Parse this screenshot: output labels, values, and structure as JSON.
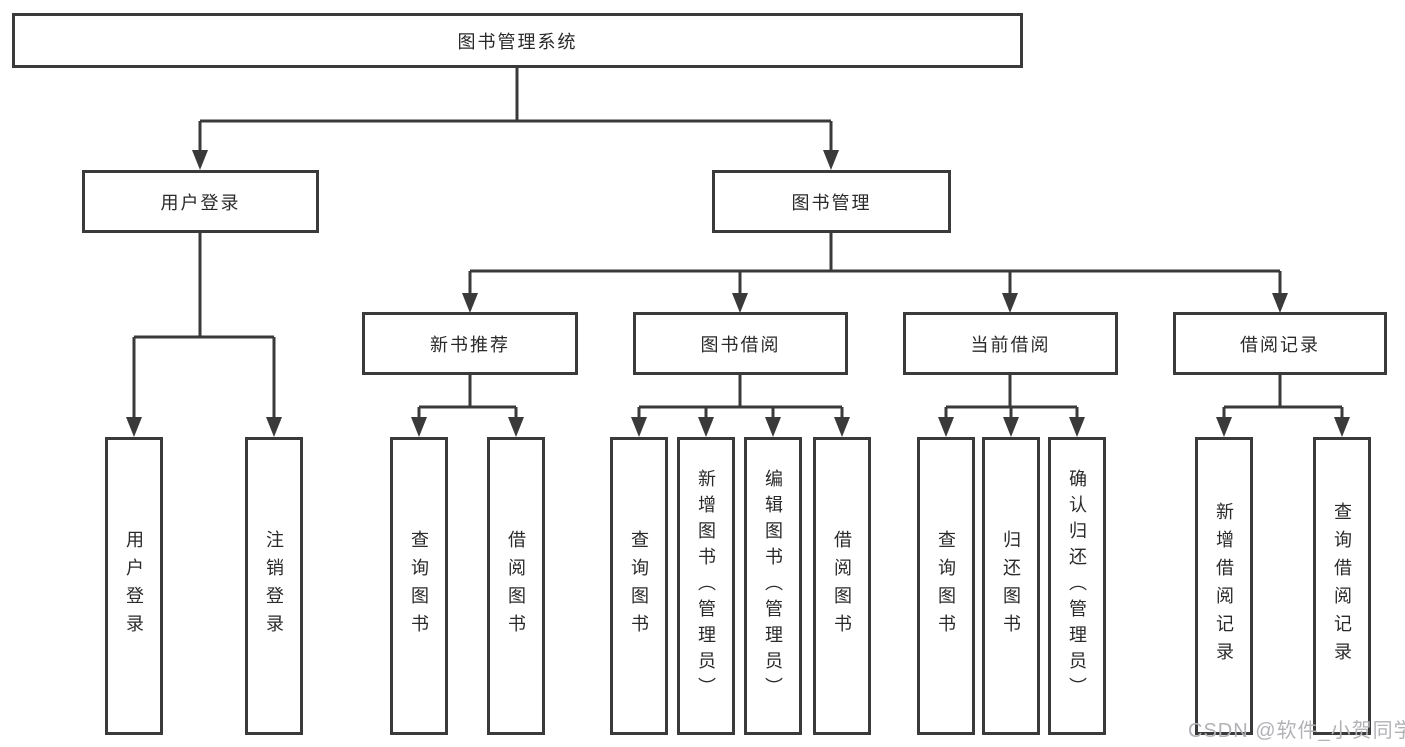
{
  "colors": {
    "line": "#3a3a3a",
    "text": "#2a2a2a",
    "box_fill": "#ffffff",
    "watermark": "#b2b2b7",
    "background": "#ffffff"
  },
  "diagram": {
    "root": {
      "label": "图书管理系统"
    },
    "branches": [
      {
        "label": "用户登录",
        "children": [
          {
            "label": "用户登录"
          },
          {
            "label": "注销登录"
          }
        ]
      },
      {
        "label": "图书管理",
        "children": [
          {
            "label": "新书推荐",
            "children": [
              {
                "label": "查询图书"
              },
              {
                "label": "借阅图书"
              }
            ]
          },
          {
            "label": "图书借阅",
            "children": [
              {
                "label": "查询图书"
              },
              {
                "label": "新增图书（管理员）"
              },
              {
                "label": "编辑图书（管理员）"
              },
              {
                "label": "借阅图书"
              }
            ]
          },
          {
            "label": "当前借阅",
            "children": [
              {
                "label": "查询图书"
              },
              {
                "label": "归还图书"
              },
              {
                "label": "确认归还（管理员）"
              }
            ]
          },
          {
            "label": "借阅记录",
            "children": [
              {
                "label": "新增借阅记录"
              },
              {
                "label": "查询借阅记录"
              }
            ]
          }
        ]
      }
    ]
  },
  "watermark": {
    "label": "CSDN @软件_小贺同学"
  }
}
